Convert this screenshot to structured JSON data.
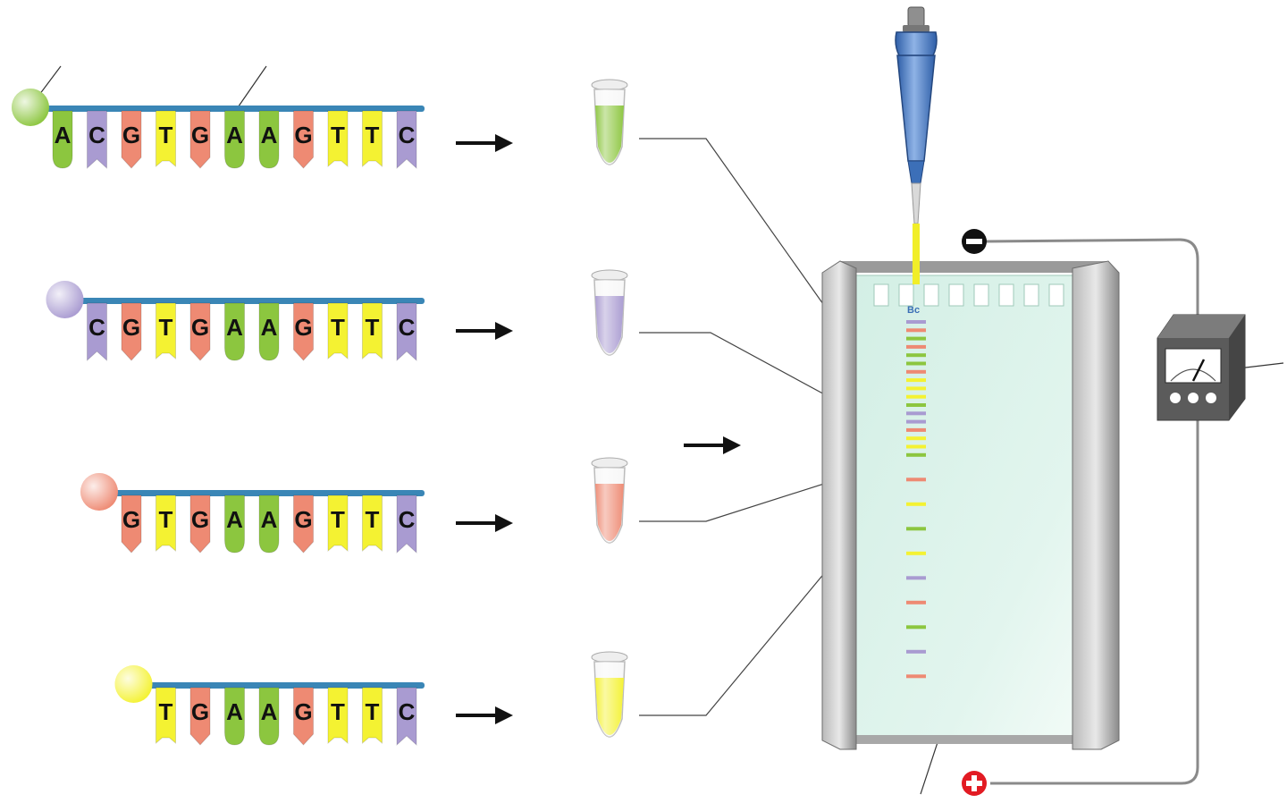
{
  "colors": {
    "A": "#8cc63f",
    "C": "#a99bd1",
    "G": "#ee8a73",
    "T": "#f4f232",
    "backbone": "#3a86b6",
    "gel": "#d8f0e8",
    "frame": "#8e8e8e",
    "power_box": "#555555",
    "negative": "#111111",
    "positive": "#e21b23"
  },
  "fragments": [
    {
      "dye": "A",
      "bases": [
        "A",
        "C",
        "G",
        "T",
        "G",
        "A",
        "A",
        "G",
        "T",
        "T",
        "C"
      ]
    },
    {
      "dye": "C",
      "bases": [
        "C",
        "G",
        "T",
        "G",
        "A",
        "A",
        "G",
        "T",
        "T",
        "C"
      ]
    },
    {
      "dye": "G",
      "bases": [
        "G",
        "T",
        "G",
        "A",
        "A",
        "G",
        "T",
        "T",
        "C"
      ]
    },
    {
      "dye": "T",
      "bases": [
        "T",
        "G",
        "A",
        "A",
        "G",
        "T",
        "T",
        "C"
      ]
    }
  ],
  "tubes": [
    "A",
    "C",
    "G",
    "T"
  ],
  "gel": {
    "well_label": "Bc",
    "bands": [
      "C",
      "G",
      "A",
      "G",
      "A",
      "A",
      "G",
      "T",
      "T",
      "T",
      "A",
      "C",
      "C",
      "G",
      "T",
      "T",
      "A",
      "G",
      "T",
      "A",
      "T",
      "C",
      "G",
      "A",
      "C",
      "G"
    ]
  },
  "electrodes": {
    "negative": "−",
    "positive": "+"
  }
}
